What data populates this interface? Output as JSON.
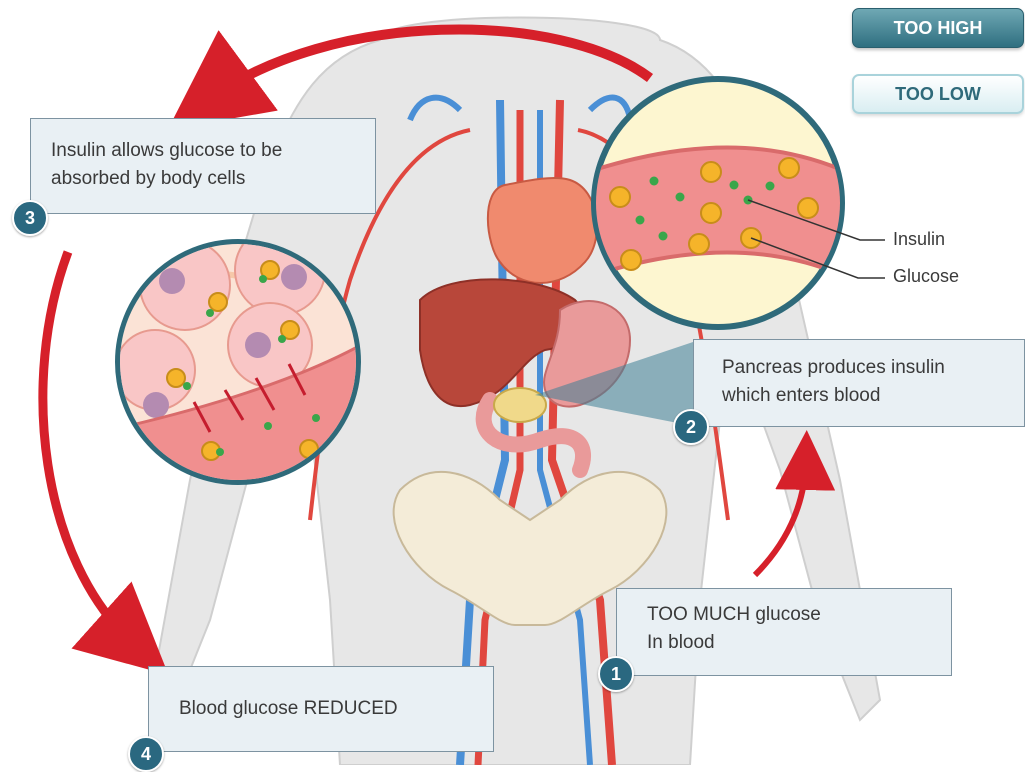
{
  "buttons": {
    "too_high": "TOO HIGH",
    "too_low": "TOO LOW"
  },
  "steps": {
    "step1": {
      "number": "1",
      "lines": [
        "TOO MUCH glucose",
        "In blood"
      ]
    },
    "step2": {
      "number": "2",
      "lines": [
        "Pancreas produces insulin",
        "which enters blood"
      ]
    },
    "step3": {
      "number": "3",
      "lines": [
        "Insulin allows glucose to be",
        "absorbed by body cells"
      ]
    },
    "step4": {
      "number": "4",
      "lines": [
        "Blood glucose REDUCED"
      ]
    }
  },
  "legend": {
    "insulin": "Insulin",
    "glucose": "Glucose"
  },
  "colors": {
    "arrow_red": "#d6202a",
    "callout_bg": "#e9f0f4",
    "step_badge": "#2a6880",
    "insulin_dot": "#3aa64a",
    "glucose_dot": "#f5b42a",
    "artery": "#e0473f",
    "vein": "#4a8fd6"
  }
}
